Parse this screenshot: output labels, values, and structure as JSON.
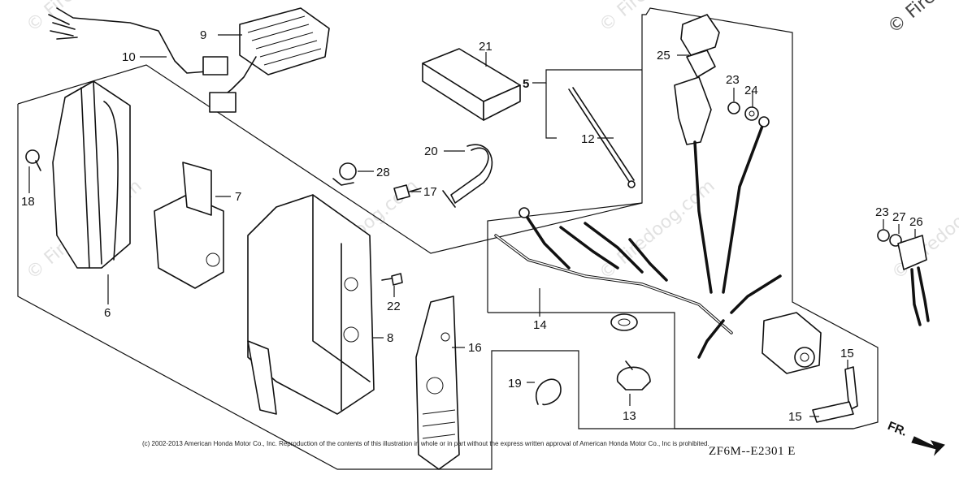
{
  "callouts": {
    "c9": "9",
    "c10": "10",
    "c21": "21",
    "c5": "5",
    "c12": "12",
    "c25": "25",
    "c23a": "23",
    "c24": "24",
    "c20": "20",
    "c28": "28",
    "c17": "17",
    "c18": "18",
    "c7": "7",
    "c6": "6",
    "c8": "8",
    "c22": "22",
    "c16": "16",
    "c14": "14",
    "c19": "19",
    "c13": "13",
    "c23b": "23",
    "c27": "27",
    "c26": "26",
    "c15a": "15",
    "c15b": "15"
  },
  "copyright": "(c) 2002-2013 American Honda Motor Co., Inc. Reproduction of the contents of this illustration in whole or in part without the express written approval of American Honda Motor Co., Inc is prohibited.",
  "diagram_code": "ZF6M--E2301 E",
  "direction_label": "FR.",
  "watermark_text": "© Firedoog.com",
  "watermark_corner": "© Fire"
}
